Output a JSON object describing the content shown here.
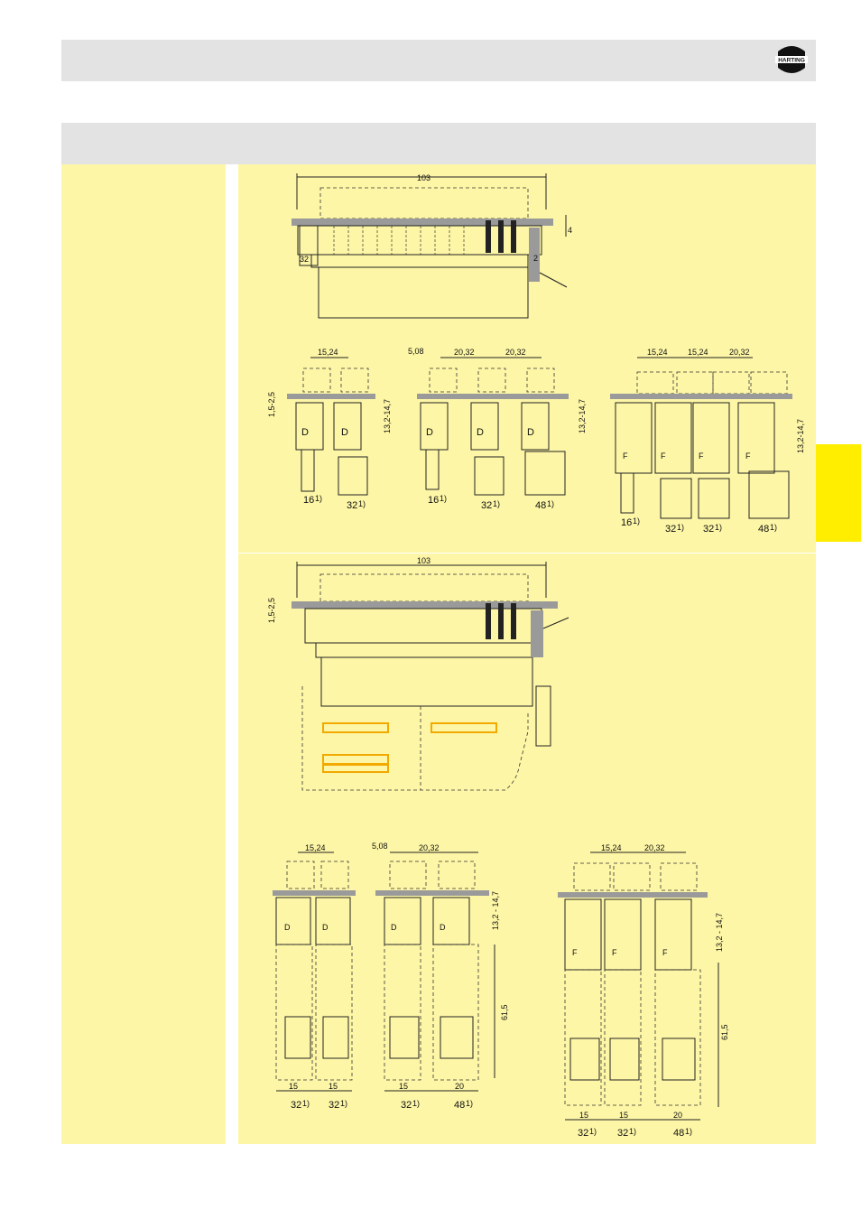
{
  "header": {
    "logo_text": "HARTING"
  },
  "drawing_top": {
    "width_label": "103",
    "height_label": "4",
    "left_label": "32",
    "right_label": "2"
  },
  "row1": {
    "left": {
      "pitch": "15,24",
      "thick": "1,5-2,5",
      "range": "13,2-14,7",
      "letters": [
        "D",
        "D"
      ],
      "notes": [
        "16",
        "32"
      ]
    },
    "mid": {
      "offset": "5,08",
      "pitch1": "20,32",
      "pitch2": "20,32",
      "range": "13,2-14,7",
      "letters": [
        "D",
        "D",
        "D"
      ],
      "notes": [
        "16",
        "32",
        "48"
      ]
    },
    "right": {
      "pitch1": "15,24",
      "pitch2": "15,24",
      "pitch3": "20,32",
      "range": "13,2-14,7",
      "letters": [
        "F",
        "F",
        "F",
        "F"
      ],
      "notes": [
        "16",
        "32",
        "32",
        "48"
      ]
    }
  },
  "drawing_mid": {
    "width_label": "103",
    "thick": "1,5-2,5"
  },
  "row2": {
    "left": {
      "pitch": "15,24",
      "w1": "15",
      "w2": "15",
      "letters": [
        "D",
        "D"
      ],
      "notes": [
        "32",
        "32"
      ]
    },
    "mid": {
      "offset": "5,08",
      "pitch": "20,32",
      "range": "13,2 - 14,7",
      "height": "61,5",
      "w1": "15",
      "w2": "20",
      "letters": [
        "D",
        "D"
      ],
      "notes": [
        "32",
        "48"
      ]
    },
    "right": {
      "pitch1": "15,24",
      "pitch2": "20,32",
      "range": "13,2 - 14,7",
      "height": "61,5",
      "w1": "15",
      "w2": "15",
      "w3": "20",
      "letters": [
        "F",
        "F",
        "F"
      ],
      "notes": [
        "32",
        "32",
        "48"
      ]
    }
  },
  "footnote_mark": "1)"
}
